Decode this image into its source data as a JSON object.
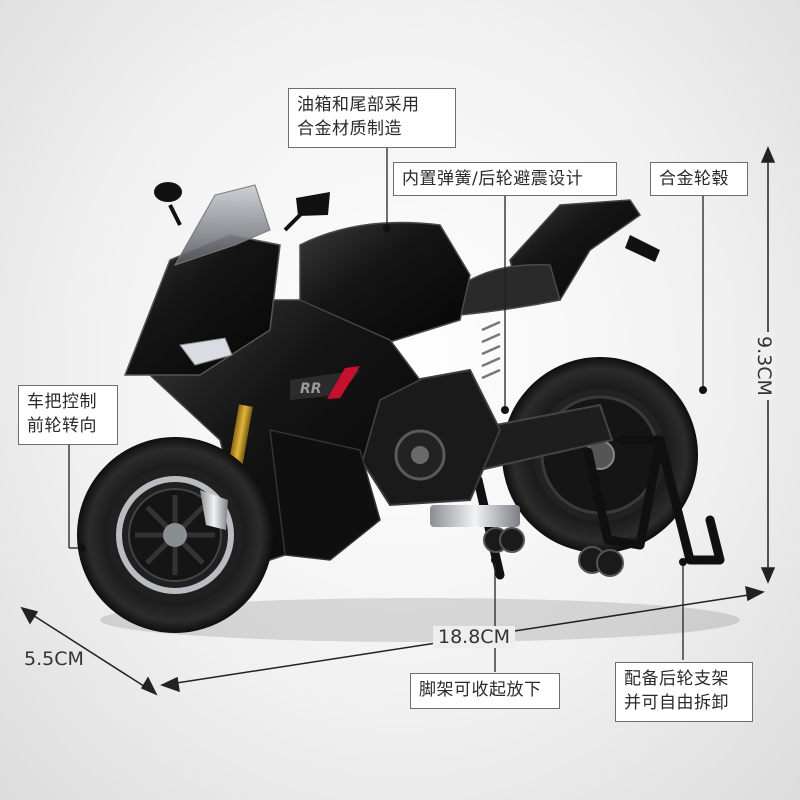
{
  "callouts": {
    "tank": {
      "line1": "油箱和尾部采用",
      "line2": "合金材质制造"
    },
    "spring": {
      "text": "内置弹簧/后轮避震设计"
    },
    "wheel": {
      "text": "合金轮毂"
    },
    "handlebar": {
      "line1": "车把控制",
      "line2": "前轮转向"
    },
    "kickstand": {
      "text": "脚架可收起放下"
    },
    "rear_stand": {
      "line1": "配备后轮支架",
      "line2": "并可自由拆卸"
    }
  },
  "dimensions": {
    "height": "9.3CM",
    "length": "18.8CM",
    "width": "5.5CM"
  },
  "decal": {
    "text": "RR"
  },
  "colors": {
    "body": "#141414",
    "line": "#3a3a3a",
    "accent_red": "#c8102e"
  }
}
